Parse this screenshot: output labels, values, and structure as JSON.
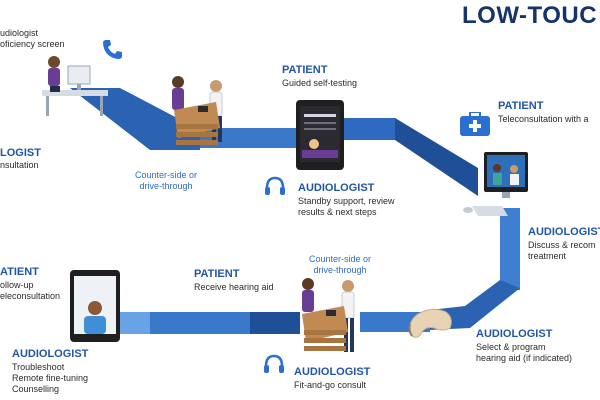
{
  "title": "LOW-TOUC",
  "colors": {
    "path_dark": "#1f4f97",
    "path_mid": "#3a78c9",
    "path_light": "#6aa2e6",
    "navy": "#16346b",
    "role": "#2156a5",
    "link": "#2c6bc5"
  },
  "steps": {
    "top_left": {
      "line1": "udiologist",
      "line2": "oficiency screen"
    },
    "left_mid": {
      "role": "LOGIST",
      "desc": "nsultation"
    },
    "counter_top": {
      "line1": "Counter-side or",
      "line2": "drive-through"
    },
    "patient_self_test": {
      "role": "PATIENT",
      "desc": "Guided self-testing"
    },
    "audiologist_standby": {
      "role": "AUDIOLOGIST",
      "line1": "Standby support, review",
      "line2": "results & next steps"
    },
    "patient_teleconsult": {
      "role": "PATIENT",
      "desc": "Teleconsultation with a"
    },
    "audiologist_discuss": {
      "role": "AUDIOLOGIST",
      "line1": "Discuss & recom",
      "line2": "treatment"
    },
    "patient_followup": {
      "role": "ATIENT",
      "line1": "ollow-up",
      "line2": "eleconsultation"
    },
    "patient_receive": {
      "role": "PATIENT",
      "desc": "Receive hearing aid"
    },
    "counter_bottom": {
      "line1": "Counter-side or",
      "line2": "drive-through"
    },
    "audiologist_select": {
      "role": "AUDIOLOGIST",
      "line1": "Select & program",
      "line2": "hearing aid (if indicated)"
    },
    "audiologist_fit": {
      "role": "AUDIOLOGIST",
      "desc": "Fit-and-go consult"
    },
    "audiologist_bottom_left": {
      "role": "AUDIOLOGIST",
      "line1": "Troubleshoot",
      "line2": "Remote fine-tuning",
      "line3": "Counselling"
    }
  },
  "icons": [
    "phone-icon",
    "headset-icon",
    "medical-kit-icon",
    "hearing-aid-icon"
  ]
}
